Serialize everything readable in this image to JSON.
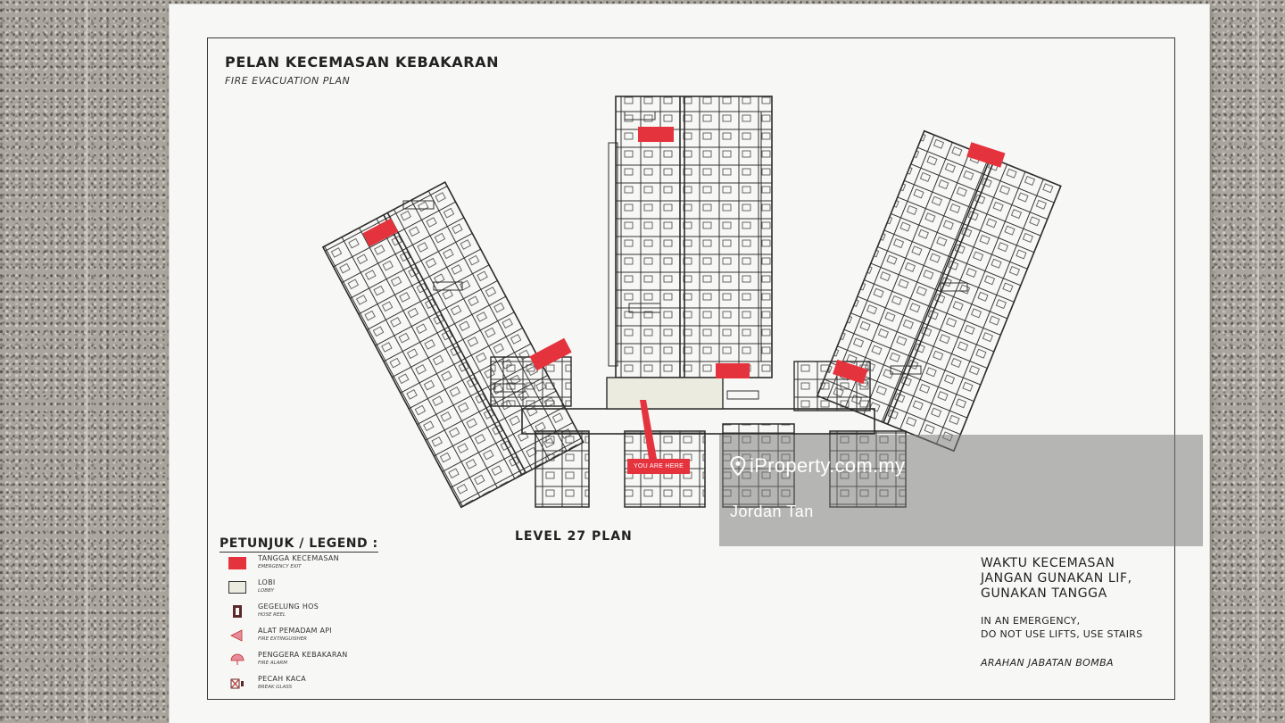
{
  "sign": {
    "title": "PELAN KECEMASAN KEBAKARAN",
    "subtitle": "FIRE EVACUATION PLAN",
    "plan_label": "LEVEL 27 PLAN",
    "you_are_here": "YOU ARE HERE"
  },
  "legend": {
    "title": "PETUNJUK / LEGEND :",
    "items": [
      {
        "label": "TANGGA KECEMASAN",
        "sublabel": "EMERGENCY EXIT",
        "icon": "emergency-exit-icon"
      },
      {
        "label": "LOBI",
        "sublabel": "LOBBY",
        "icon": "lobby-icon"
      },
      {
        "label": "GEGELUNG HOS",
        "sublabel": "HOSE REEL",
        "icon": "hose-reel-icon"
      },
      {
        "label": "ALAT PEMADAM API",
        "sublabel": "FIRE EXTINGUISHER",
        "icon": "fire-extinguisher-icon"
      },
      {
        "label": "PENGGERA KEBAKARAN",
        "sublabel": "FIRE ALARM",
        "icon": "fire-alarm-icon"
      },
      {
        "label": "PECAH KACA",
        "sublabel": "BREAK GLASS",
        "icon": "break-glass-icon"
      }
    ]
  },
  "notice": {
    "ms_line1": "WAKTU KECEMASAN",
    "ms_line2": "JANGAN GUNAKAN LIF,",
    "ms_line3": "GUNAKAN TANGGA",
    "en_line1": "IN AN EMERGENCY,",
    "en_line2": "DO NOT USE LIFTS, USE STAIRS",
    "authority": "ARAHAN JABATAN BOMBA"
  },
  "watermark": {
    "brand": "iProperty.com.my",
    "user": "Jordan Tan"
  },
  "colors": {
    "exit_red": "#e5333e",
    "lobby_beige": "#ecebe0",
    "line": "#2b2b2b"
  }
}
